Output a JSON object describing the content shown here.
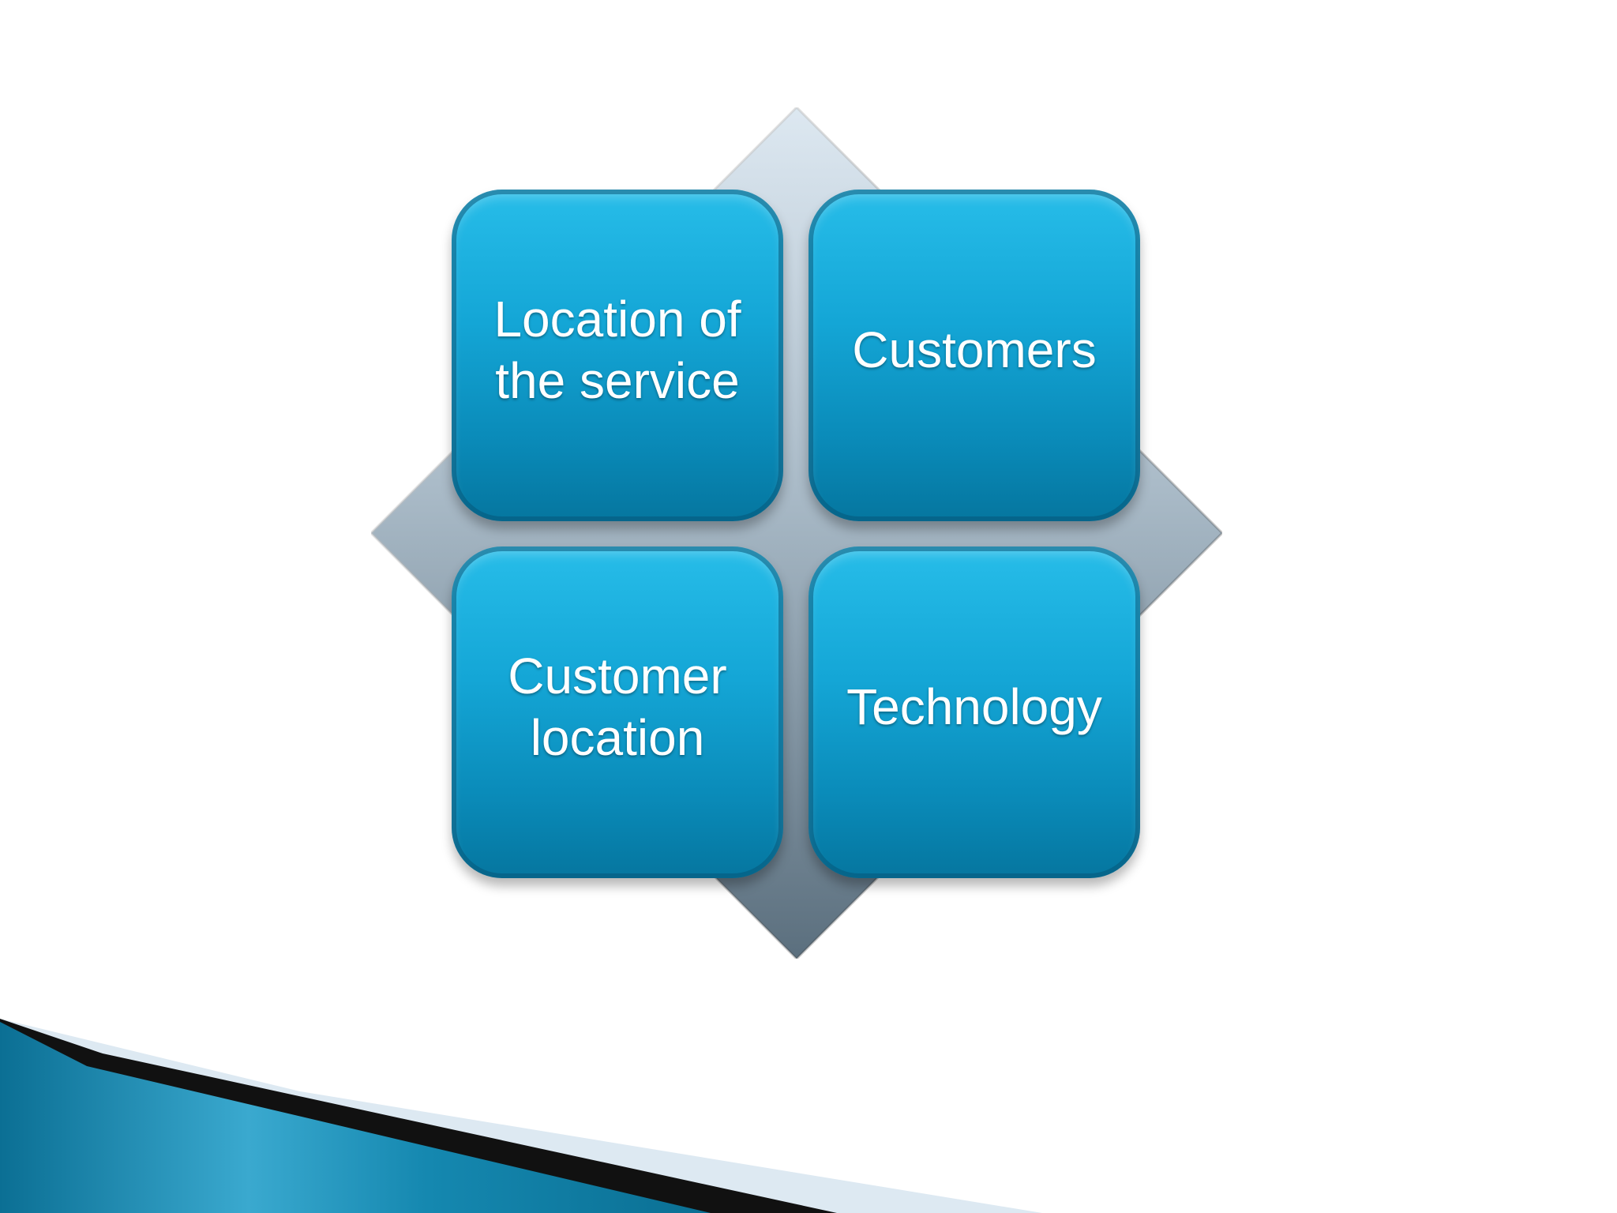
{
  "diagram": {
    "boxes": [
      {
        "label": "Location of the service"
      },
      {
        "label": "Customers"
      },
      {
        "label": "Customer location"
      },
      {
        "label": "Technology"
      }
    ]
  },
  "colors": {
    "box_fill_top": "#27bde9",
    "box_fill_bottom": "#05769f",
    "diamond_light": "#d9e4ee",
    "diamond_dark": "#5f7585",
    "swoosh_teal": "#0d7fa6",
    "swoosh_black": "#111111",
    "swoosh_pale": "#dde9f2"
  }
}
